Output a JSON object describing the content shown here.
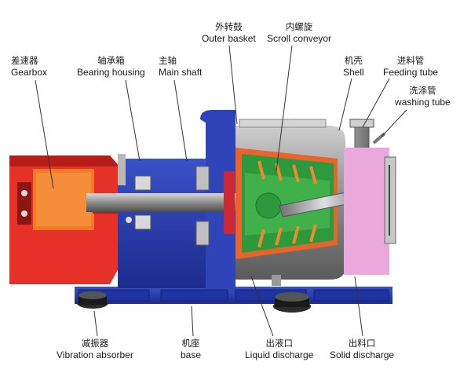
{
  "labels": {
    "gearbox": {
      "zh": "差速器",
      "en": "Gearbox"
    },
    "bearing_housing": {
      "zh": "轴承箱",
      "en": "Bearing housing"
    },
    "main_shaft": {
      "zh": "主轴",
      "en": "Main shaft"
    },
    "outer_basket": {
      "zh": "外转鼓",
      "en": "Outer basket"
    },
    "scroll_conveyor": {
      "zh": "内螺旋",
      "en": "Scroll conveyor"
    },
    "shell": {
      "zh": "机壳",
      "en": "Shell"
    },
    "feeding_tube": {
      "zh": "进料管",
      "en": "Feeding tube"
    },
    "washing_tube": {
      "zh": "洗涤管",
      "en": "washing tube"
    },
    "vibration_absorber": {
      "zh": "减振器",
      "en": "Vibration absorber"
    },
    "base": {
      "zh": "机座",
      "en": "base"
    },
    "liquid_discharge": {
      "zh": "出液口",
      "en": "Liquid discharge"
    },
    "solid_discharge": {
      "zh": "出料口",
      "en": "Solid discharge"
    }
  },
  "colors": {
    "gearbox": "#e8322c",
    "gearbox_inner": "#f07828",
    "housing": "#2c3ea8",
    "base": "#2740b0",
    "shell_gray": "#8e8e8e",
    "drum_green": "#2c9a3c",
    "scroll_orange": "#f08a2c",
    "solid_pink": "#e8a8d8",
    "shaft": "#7a7a7a",
    "leader_line": "#333333"
  }
}
